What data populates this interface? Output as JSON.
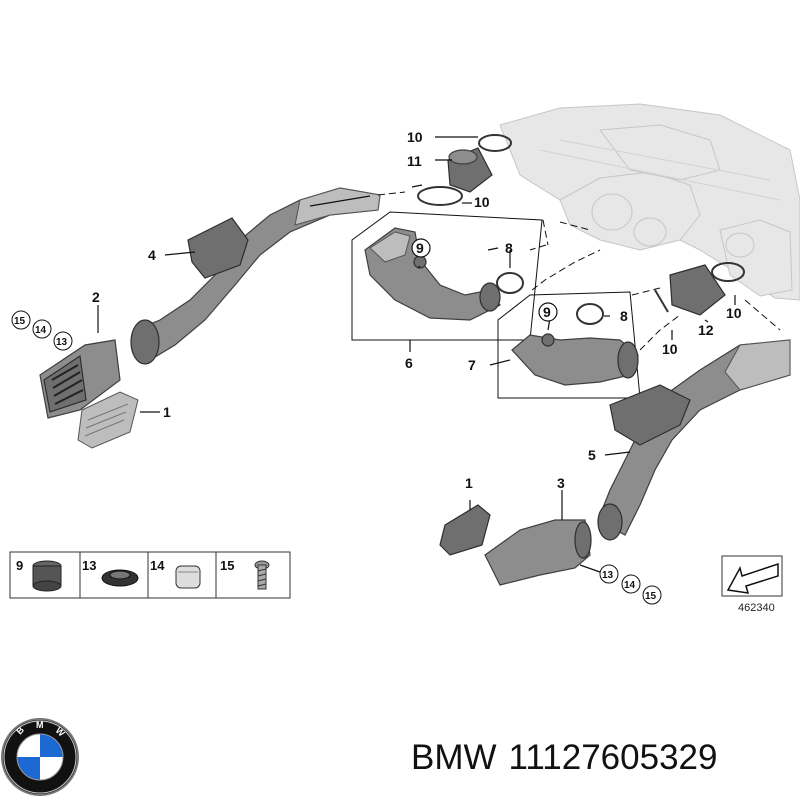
{
  "diagram": {
    "callouts": {
      "c10a": "10",
      "c11": "11",
      "c10b": "10",
      "c4": "4",
      "c9a": "9",
      "c8a": "8",
      "c2": "2",
      "c15a": "15",
      "c14a": "14",
      "c13a": "13",
      "c1a": "1",
      "c6": "6",
      "c9b": "9",
      "c8b": "8",
      "c7": "7",
      "c12": "12",
      "c10c": "10",
      "c10d": "10",
      "c5": "5",
      "c1b": "1",
      "c3": "3",
      "c13b": "13",
      "c14b": "14",
      "c15b": "15"
    },
    "legend": {
      "items": [
        {
          "num": "9",
          "icon": "grommet-icon"
        },
        {
          "num": "13",
          "icon": "rubber-grommet-icon"
        },
        {
          "num": "14",
          "icon": "clip-nut-icon"
        },
        {
          "num": "15",
          "icon": "screw-icon"
        }
      ]
    },
    "drawing_number": "462340"
  },
  "logo": {
    "letters": "BMW",
    "colors": [
      "#1c69d4",
      "#ffffff",
      "#111111"
    ]
  },
  "caption": {
    "brand": "BMW",
    "part_number": "11127605329"
  }
}
